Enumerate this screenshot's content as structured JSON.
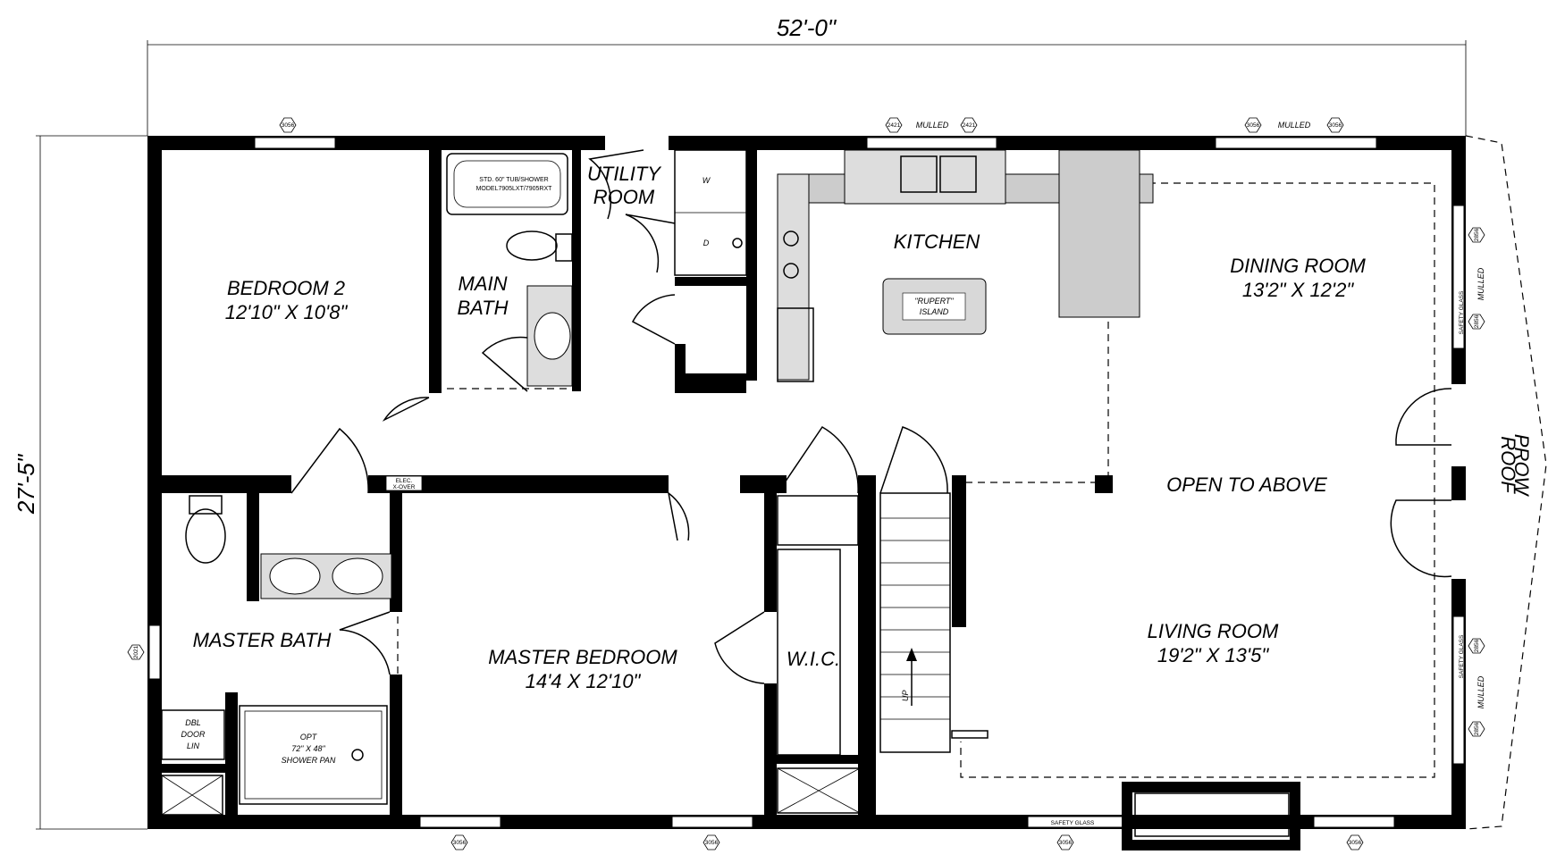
{
  "dimensions": {
    "width": "52'-0\"",
    "depth": "27'-5\""
  },
  "rooms": {
    "bedroom2": {
      "name": "BEDROOM 2",
      "size": "12'10\" X 10'8\""
    },
    "main_bath": {
      "line1": "MAIN",
      "line2": "BATH"
    },
    "utility": {
      "line1": "UTILITY",
      "line2": "ROOM"
    },
    "kitchen": {
      "name": "KITCHEN"
    },
    "dining": {
      "name": "DINING ROOM",
      "size": "13'2\" X 12'2\""
    },
    "open_above": {
      "name": "OPEN TO ABOVE"
    },
    "master_bath": {
      "name": "MASTER BATH"
    },
    "master_bedroom": {
      "name": "MASTER BEDROOM",
      "size": "14'4 X 12'10\""
    },
    "wic": {
      "name": "W.I.C."
    },
    "living": {
      "name": "LIVING ROOM",
      "size": "19'2\" X 13'5\""
    }
  },
  "fixtures": {
    "tub_line1": "STD. 60\" TUB/SHOWER",
    "tub_line2": "MODEL7905LXT/7905RXT",
    "washer": "W",
    "dryer": "D",
    "island_line1": "\"RUPERT\"",
    "island_line2": "ISLAND",
    "elec_line1": "ELEC.",
    "elec_line2": "X-OVER",
    "linen_line1": "DBL",
    "linen_line2": "DOOR",
    "linen_line3": "LIN",
    "shower_line1": "OPT",
    "shower_line2": "72\" X 48\"",
    "shower_line3": "SHOWER PAN",
    "stairs_up": "UP"
  },
  "notes": {
    "mulled": "MULLED",
    "safety_glass": "SAFETY GLASS",
    "prow_line1": "PROW",
    "prow_line2": "ROOF"
  },
  "window_tags": {
    "t3056": "3056",
    "t2421": "2421",
    "t2856": "2856",
    "t2021": "2021"
  }
}
